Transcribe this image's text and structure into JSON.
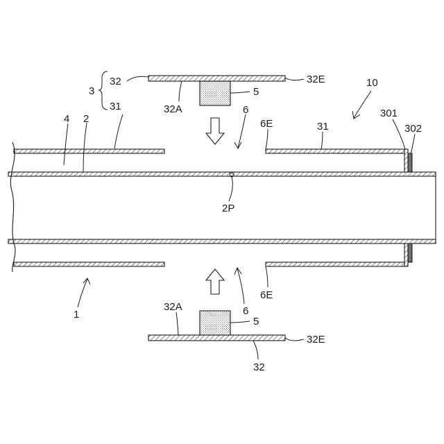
{
  "labels": {
    "n1": "1",
    "n2": "2",
    "n2p": "2P",
    "n3": "3",
    "n4": "4",
    "n5_top": "5",
    "n5_bottom": "5",
    "n6_top": "6",
    "n6_bottom": "6",
    "n6e_top": "6E",
    "n6e_bottom": "6E",
    "n10": "10",
    "n31_left": "31",
    "n31_right": "31",
    "n31_brace": "31",
    "n32_top": "32",
    "n32_bottom": "32",
    "n32a_top": "32A",
    "n32a_bottom": "32A",
    "n32e_top": "32E",
    "n32e_bottom": "32E",
    "n301": "301",
    "n302": "302"
  }
}
